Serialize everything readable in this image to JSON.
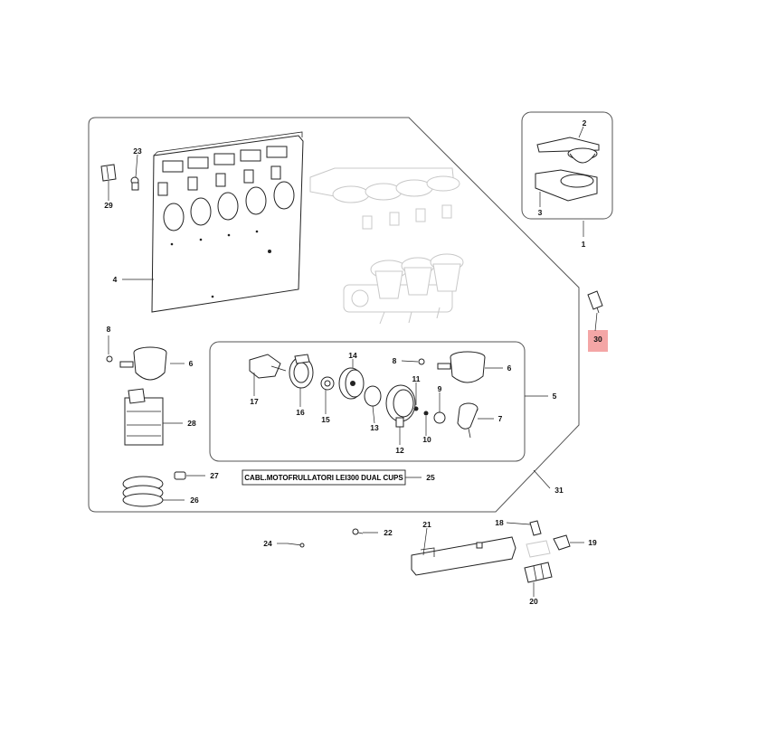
{
  "callouts": [
    "1",
    "2",
    "3",
    "4",
    "5",
    "6",
    "6",
    "7",
    "8",
    "8",
    "9",
    "10",
    "11",
    "12",
    "13",
    "14",
    "15",
    "16",
    "17",
    "18",
    "19",
    "20",
    "21",
    "22",
    "23",
    "24",
    "25",
    "26",
    "27",
    "28",
    "29",
    "30",
    "31"
  ],
  "cable_label": "CABL.MOTOFRULLATORI LEI300 DUAL CUPS",
  "highlight_color": "#f4a6a6",
  "highlighted_part": "30"
}
